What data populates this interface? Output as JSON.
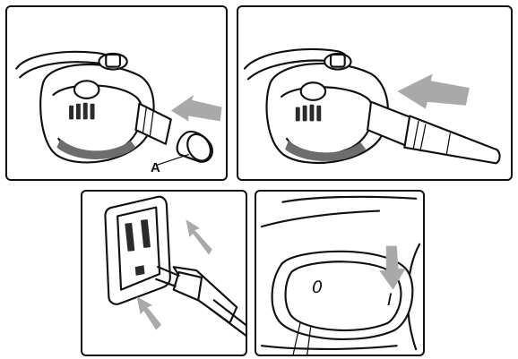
{
  "panels": [
    {
      "id": "attach-nozzle-adapter",
      "callout": "A"
    },
    {
      "id": "attach-long-nozzle"
    },
    {
      "id": "plug-into-outlet"
    },
    {
      "id": "switch-on",
      "switch_labels": {
        "off": "0",
        "on": "I"
      }
    }
  ],
  "colors": {
    "line": "#111111",
    "arrow": "#a9a9a9",
    "shade": "#6d6d6d",
    "background": "#ffffff"
  }
}
